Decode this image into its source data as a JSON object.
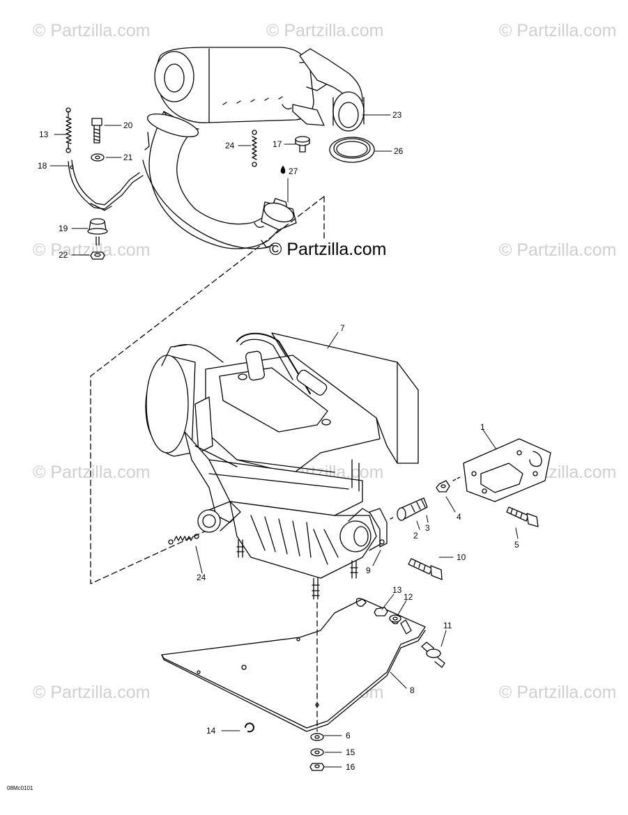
{
  "watermark": "© Partzilla.com",
  "credit": "© Partzilla.com",
  "figure_id": "08Mc0101",
  "callouts": [
    "1",
    "2",
    "3",
    "4",
    "5",
    "6",
    "7",
    "8",
    "9",
    "10",
    "11",
    "12",
    "13",
    "14",
    "15",
    "16",
    "17",
    "18",
    "19",
    "20",
    "21",
    "22",
    "23",
    "24",
    "24",
    "26",
    "27"
  ]
}
